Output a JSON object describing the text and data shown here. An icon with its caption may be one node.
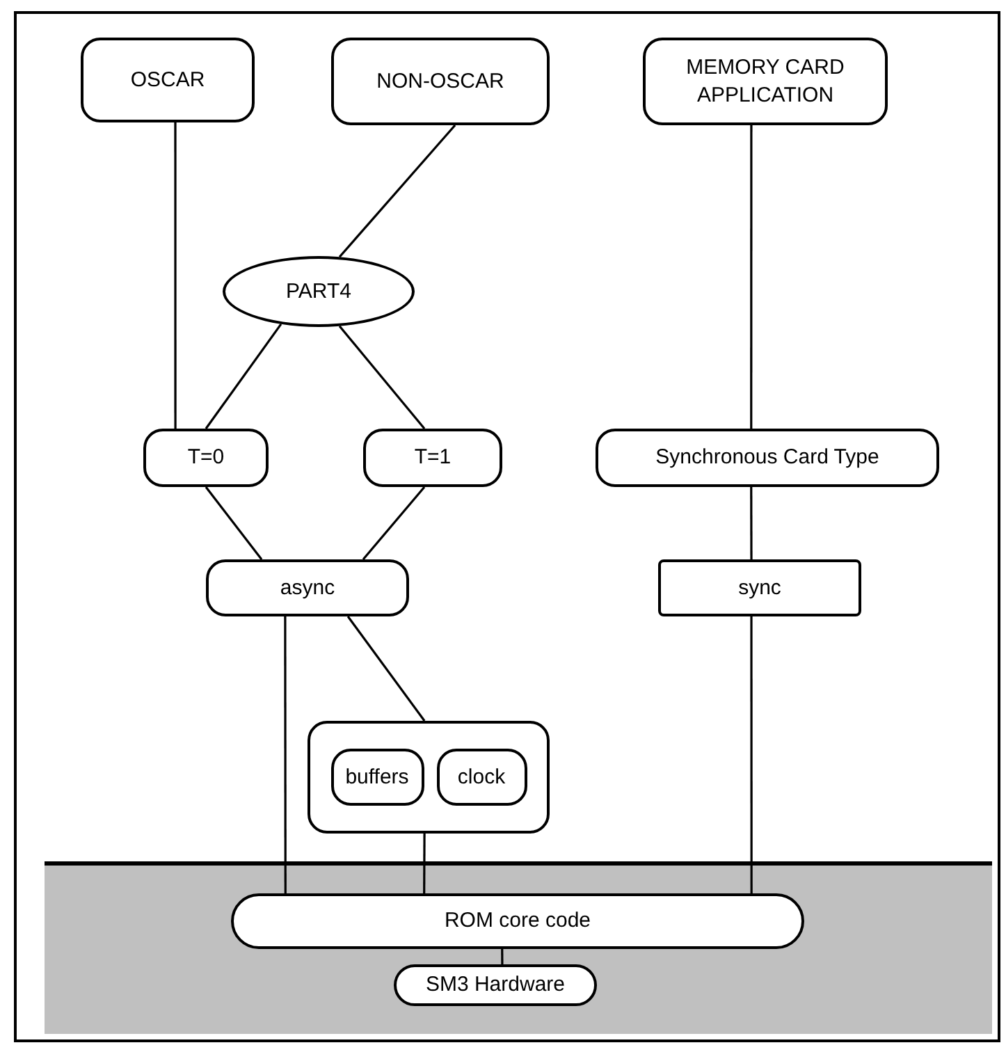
{
  "diagram": {
    "nodes": [
      {
        "text": [
          "OSCAR"
        ]
      },
      {
        "text": [
          "NON-OSCAR"
        ]
      },
      {
        "text": [
          "MEMORY CARD APPLICATION"
        ]
      },
      {
        "text": [
          "PART4"
        ]
      },
      {
        "text": [
          "T=0"
        ]
      },
      {
        "text": [
          "T=1"
        ]
      },
      {
        "text": [
          "Synchronous Card Type"
        ]
      },
      {
        "text": [
          "async"
        ]
      },
      {
        "text": [
          "sync"
        ]
      },
      {
        "text": [],
        "shape": "box"
      },
      {
        "text": [
          "buffers"
        ],
        "in": 9
      },
      {
        "text": [
          "clock"
        ],
        "in": 9
      },
      {
        "text": [
          "ROM core code"
        ]
      },
      {
        "text": [
          "SM3 Hardware"
        ]
      }
    ],
    "edges": [
      {
        "from": 0,
        "to": 4,
        "arrow": "none"
      },
      {
        "from": 1,
        "to": 3,
        "arrow": "none"
      },
      {
        "from": 3,
        "to": 4,
        "arrow": "none"
      },
      {
        "from": 3,
        "to": 5,
        "arrow": "none"
      },
      {
        "from": 2,
        "to": 6,
        "arrow": "none"
      },
      {
        "from": 4,
        "to": 7,
        "arrow": "none"
      },
      {
        "from": 5,
        "to": 7,
        "arrow": "none"
      },
      {
        "from": 6,
        "to": 8,
        "arrow": "none"
      },
      {
        "from": 7,
        "to": 12,
        "arrow": "none"
      },
      {
        "from": 7,
        "to": 9,
        "arrow": "none"
      },
      {
        "from": 9,
        "to": 12,
        "arrow": "none"
      },
      {
        "from": 8,
        "to": 12,
        "arrow": "none"
      },
      {
        "from": 12,
        "to": 13,
        "arrow": "none"
      }
    ]
  }
}
